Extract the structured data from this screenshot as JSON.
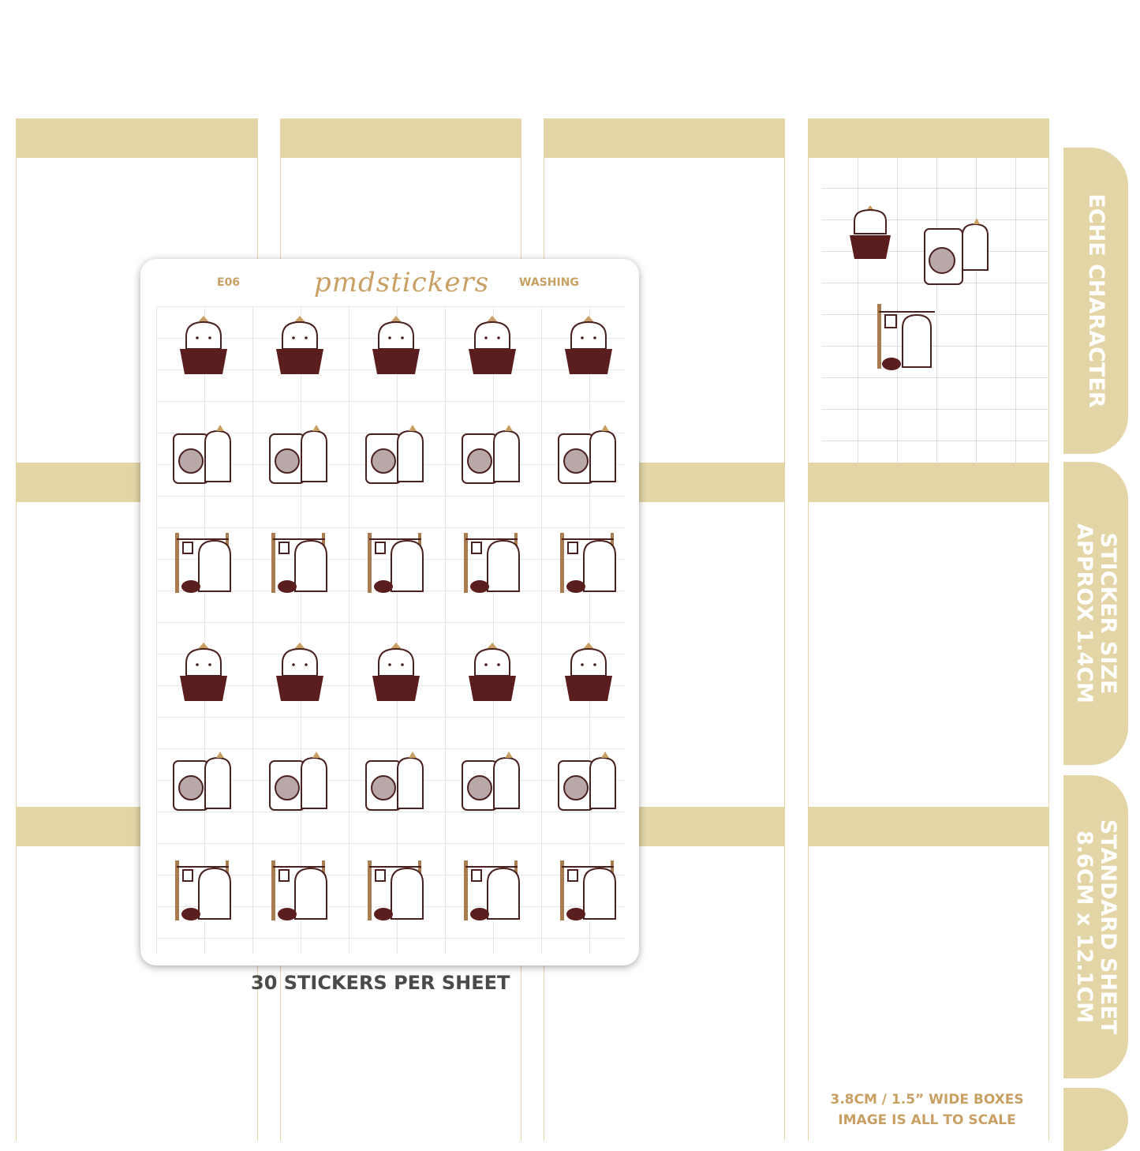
{
  "sheet": {
    "code": "E06",
    "brand": "pmdstickers",
    "name": "WASHING",
    "sticker_rows": [
      [
        "basket",
        "basket",
        "basket",
        "basket",
        "basket"
      ],
      [
        "washer",
        "washer",
        "washer",
        "washer",
        "washer"
      ],
      [
        "clothesline",
        "clothesline",
        "clothesline",
        "clothesline",
        "clothesline"
      ],
      [
        "basket",
        "basket",
        "basket",
        "basket",
        "basket"
      ],
      [
        "washer",
        "washer",
        "washer",
        "washer",
        "washer"
      ],
      [
        "clothesline",
        "clothesline",
        "clothesline",
        "clothesline",
        "clothesline"
      ]
    ]
  },
  "caption": "30 STICKERS PER SHEET",
  "tabs": [
    "ECHE CHARACTER",
    "STICKER SIZE\nAPPROX 1.4CM",
    "STANDARD SHEET\n8.6CM x 12.1CM",
    ""
  ],
  "scale_note": [
    "3.8CM / 1.5” WIDE BOXES",
    "IMAGE IS ALL TO SCALE"
  ],
  "colors": {
    "band": "#e3d5a6",
    "accent": "#c9a064",
    "basket": "#5b1e1e",
    "ink": "#4a2020"
  }
}
